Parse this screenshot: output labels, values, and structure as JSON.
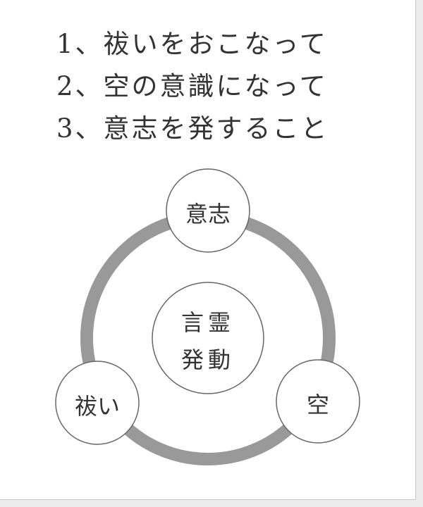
{
  "steps": [
    "1、祓いをおこなって",
    "2、空の意識になって",
    "3、意志を発すること"
  ],
  "nodes": {
    "top": "意志",
    "left": "祓い",
    "right": "空"
  },
  "center": {
    "line1": "言霊",
    "line2": "発動"
  },
  "colors": {
    "ring": "#999999",
    "node_border": "#666666",
    "text": "#333333"
  }
}
